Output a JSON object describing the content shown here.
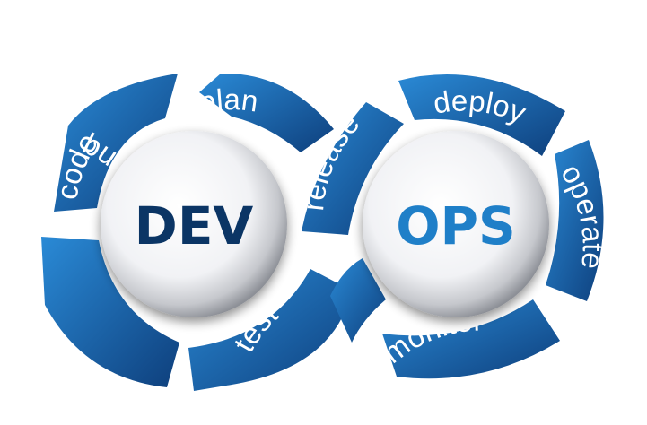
{
  "dev": {
    "title": "DEV",
    "title_color": "#0b3565",
    "stages": [
      "plan",
      "code",
      "build",
      "test",
      "release"
    ]
  },
  "ops": {
    "title": "OPS",
    "title_color": "#1f7fc8",
    "stages": [
      "deploy",
      "operate",
      "monitor"
    ]
  },
  "colors": {
    "arrow_light": "#2a8ad6",
    "arrow_dark": "#0e3f7c"
  }
}
